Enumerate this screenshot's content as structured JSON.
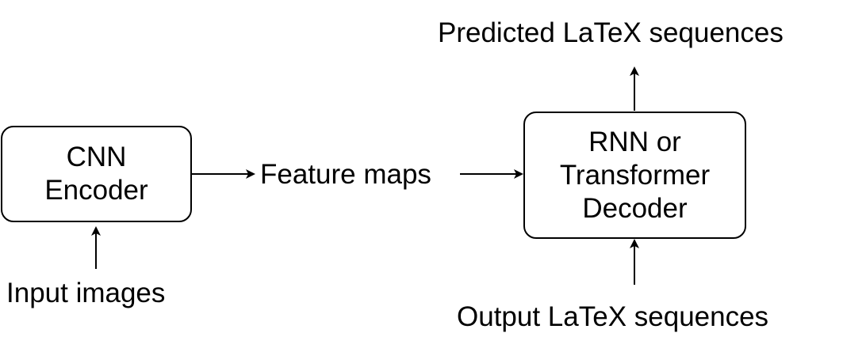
{
  "diagram": {
    "encoder": {
      "line1": "CNN",
      "line2": "Encoder"
    },
    "decoder": {
      "line1": "RNN or",
      "line2": "Transformer",
      "line3": "Decoder"
    },
    "labels": {
      "input": "Input images",
      "features": "Feature maps",
      "output_top": "Predicted LaTeX sequences",
      "output_bottom": "Output LaTeX sequences"
    }
  }
}
